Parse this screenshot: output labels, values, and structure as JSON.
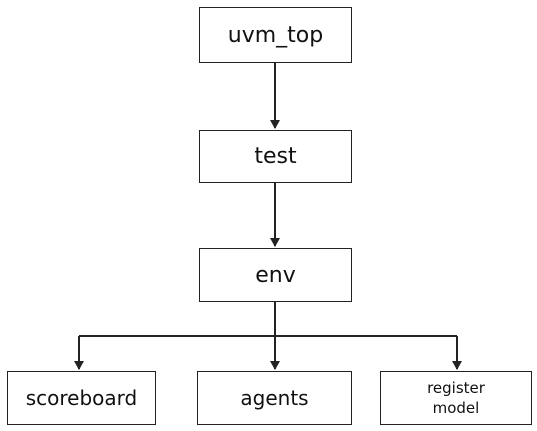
{
  "nodes": {
    "uvm_top": "uvm_top",
    "test": "test",
    "env": "env",
    "scoreboard": "scoreboard",
    "agents": "agents",
    "register_model": "register\nmodel"
  },
  "edges": [
    {
      "from": "uvm_top",
      "to": "test"
    },
    {
      "from": "test",
      "to": "env"
    },
    {
      "from": "env",
      "to": "scoreboard"
    },
    {
      "from": "env",
      "to": "agents"
    },
    {
      "from": "env",
      "to": "register_model"
    }
  ],
  "colors": {
    "line": "#222222",
    "box_border": "#222222",
    "text": "#111111"
  }
}
